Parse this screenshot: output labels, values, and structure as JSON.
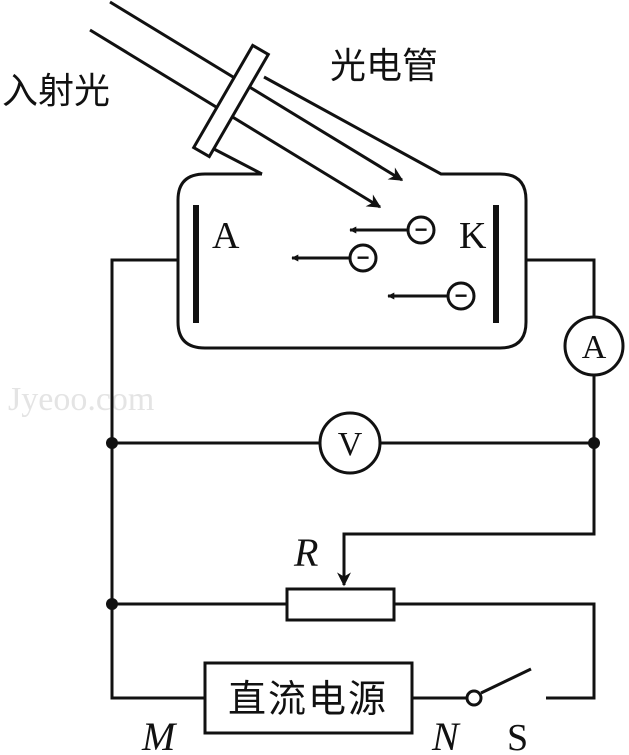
{
  "labels": {
    "incident_light": "入射光",
    "phototube": "光电管",
    "anode": "A",
    "cathode": "K",
    "ammeter": "A",
    "voltmeter": "V",
    "rheostat": "R",
    "power_supply": "直流电源",
    "terminal_m": "M",
    "terminal_n": "N",
    "switch": "S",
    "electron": "−",
    "watermark": "Jyeoo.com"
  }
}
